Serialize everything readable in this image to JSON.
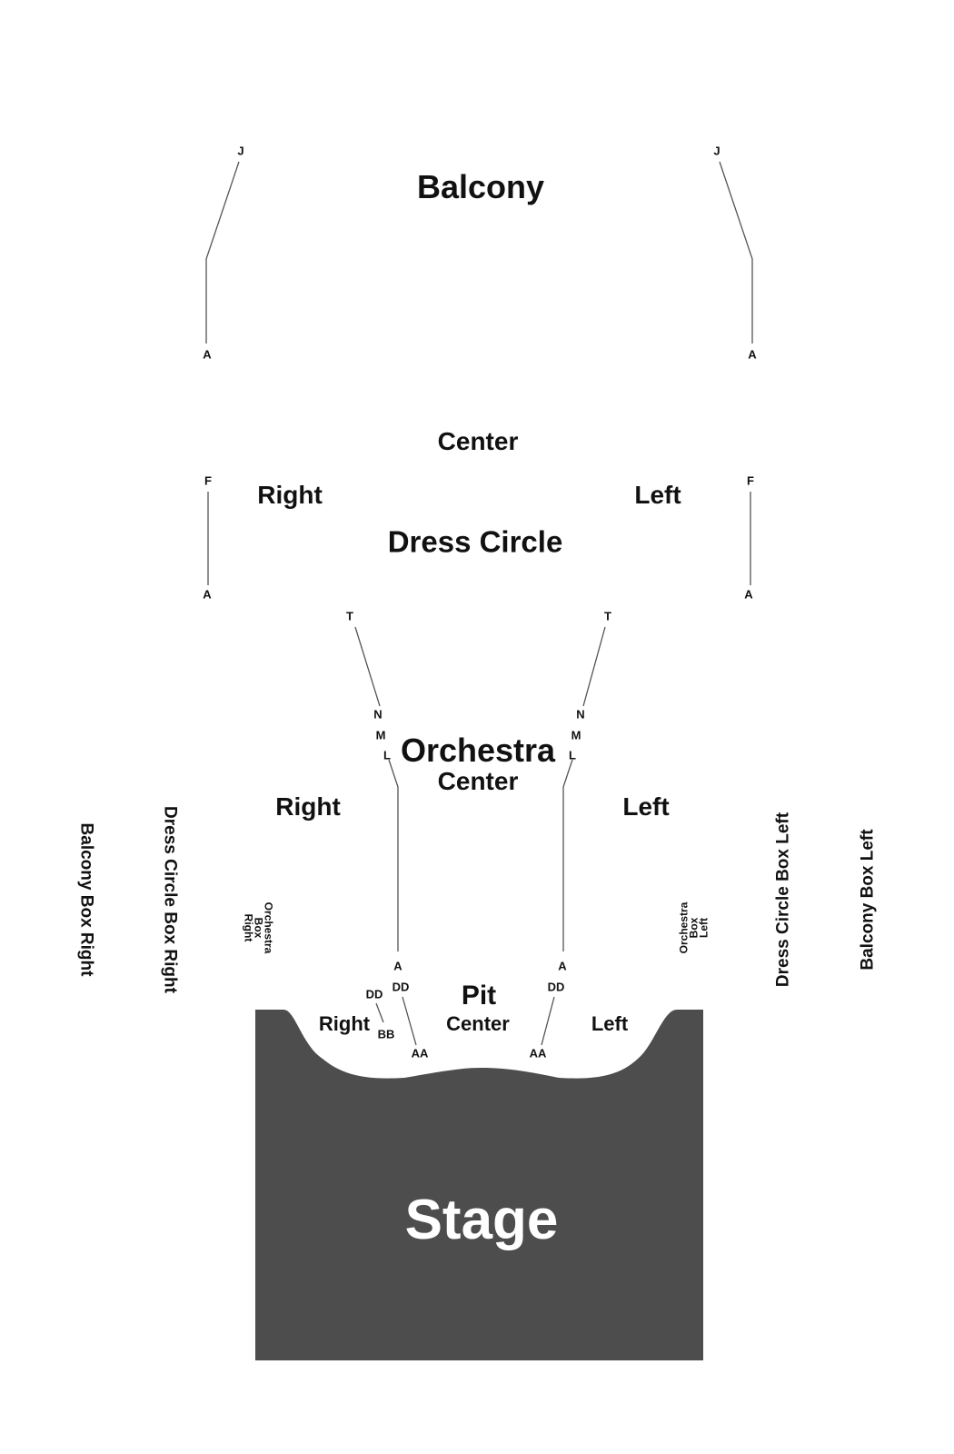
{
  "balcony": {
    "title": "Balcony",
    "right_top_row": "J",
    "right_bottom_row": "A",
    "left_top_row": "J",
    "left_bottom_row": "A"
  },
  "dress_circle": {
    "title": "Dress Circle",
    "center": "Center",
    "right": "Right",
    "left": "Left",
    "right_top_row": "F",
    "right_bottom_row": "A",
    "left_top_row": "F",
    "left_bottom_row": "A"
  },
  "orchestra": {
    "title": "Orchestra",
    "center": "Center",
    "right": "Right",
    "left": "Left",
    "right_rows": {
      "t": "T",
      "n": "N",
      "m": "M",
      "l": "L",
      "a": "A"
    },
    "left_rows": {
      "t": "T",
      "n": "N",
      "m": "M",
      "l": "L",
      "a": "A"
    }
  },
  "boxes": {
    "balcony_box_right": "Balcony Box Right",
    "dress_circle_box_right": "Dress Circle Box Right",
    "orchestra_box_right": [
      "Orchestra",
      "Box",
      "Right"
    ],
    "orchestra_box_left": [
      "Orchestra",
      "Box",
      "Left"
    ],
    "dress_circle_box_left": "Dress Circle Box Left",
    "balcony_box_left": "Balcony Box Left"
  },
  "pit": {
    "title": "Pit",
    "center": "Center",
    "right": "Right",
    "left": "Left",
    "right_rows": {
      "dd_outer": "DD",
      "bb": "BB",
      "dd_inner": "DD",
      "aa": "AA"
    },
    "left_rows": {
      "dd": "DD",
      "aa": "AA"
    }
  },
  "stage": {
    "label": "Stage",
    "color": "#4d4d4d"
  },
  "colors": {
    "line": "#555555",
    "text": "#111111",
    "background": "#ffffff"
  }
}
